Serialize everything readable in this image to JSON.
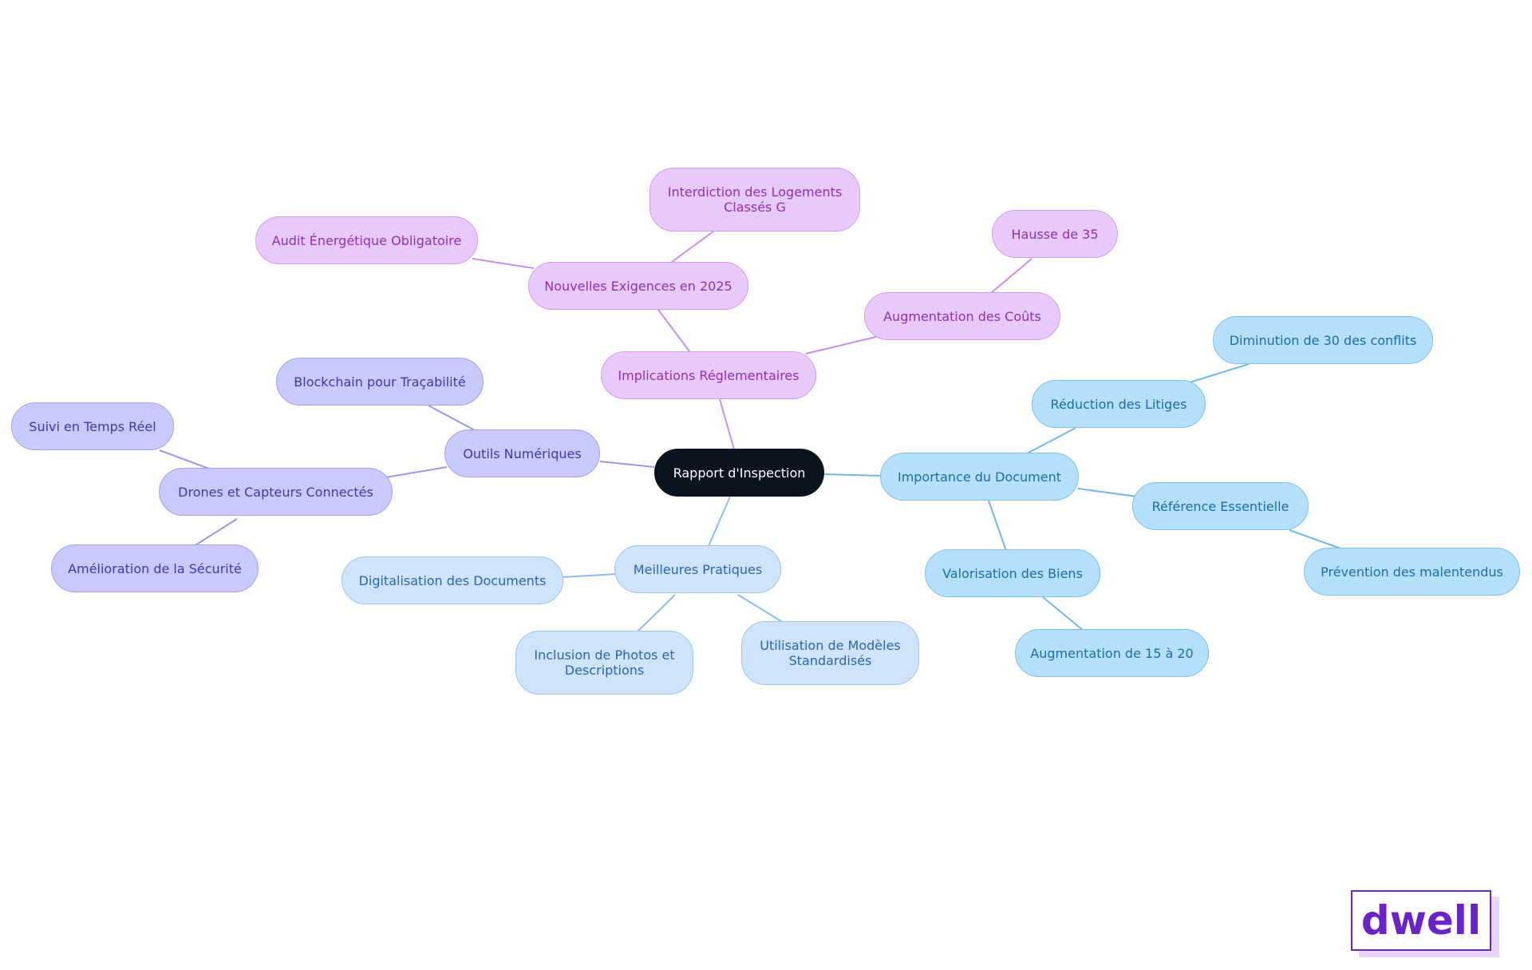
{
  "diagram": {
    "root": "Rapport d'Inspection",
    "branches": {
      "regulatory": {
        "label": "Implications Réglementaires",
        "new_requirements": {
          "label": "Nouvelles Exigences en 2025",
          "energy_audit": "Audit Énergétique Obligatoire",
          "g_ban": "Interdiction des Logements\nClassés G"
        },
        "cost_increase": {
          "label": "Augmentation des Coûts",
          "rise": "Hausse de 35"
        }
      },
      "digital_tools": {
        "label": "Outils Numériques",
        "blockchain": "Blockchain pour Traçabilité",
        "drones": {
          "label": "Drones et Capteurs Connectés",
          "realtime": "Suivi en Temps Réel",
          "safety": "Amélioration de la Sécurité"
        }
      },
      "best_practices": {
        "label": "Meilleures Pratiques",
        "digitalisation": "Digitalisation des Documents",
        "photos": "Inclusion de Photos et\nDescriptions",
        "templates": "Utilisation de Modèles\nStandardisés"
      },
      "importance": {
        "label": "Importance du Document",
        "disputes": {
          "label": "Réduction des Litiges",
          "conflicts": "Diminution de 30 des conflits"
        },
        "reference": {
          "label": "Référence Essentielle",
          "misunderstanding": "Prévention des malentendus"
        },
        "valuation": {
          "label": "Valorisation des Biens",
          "increase": "Augmentation de 15 à 20"
        }
      }
    }
  },
  "logo": {
    "text": "dwell"
  },
  "colors": {
    "root": "#0b1320",
    "regulatory": "#e8c9fb",
    "digital_tools": "#c9c9fb",
    "best_practices": "#cfe3fb",
    "importance": "#b5dffa",
    "brand": "#6a22c9"
  }
}
